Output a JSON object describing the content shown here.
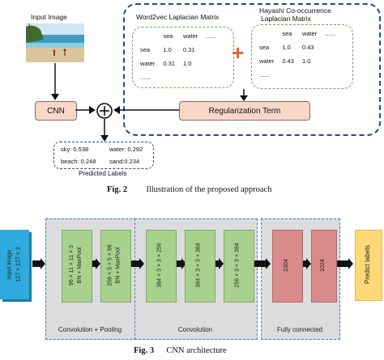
{
  "fig2": {
    "input_image_label": "Input Image",
    "cnn_label": "CNN",
    "regularization_label": "Regularization Term",
    "plus_symbol": "+",
    "word2vec": {
      "title": "Word2vec Laplacian Matrix",
      "header": [
        "",
        "sea",
        "water",
        "......"
      ],
      "rows": [
        [
          "sea",
          "1.0",
          "0.31",
          ""
        ],
        [
          "water",
          "0.31",
          "1.0",
          ""
        ],
        [
          "......",
          "",
          "",
          ""
        ]
      ]
    },
    "hayashi": {
      "title_line1": "Hayashi Co-occurrence",
      "title_line2": "Laplacian Matrix",
      "header": [
        "",
        "sea",
        "water",
        "......"
      ],
      "rows": [
        [
          "sea",
          "1.0",
          "0.43",
          ""
        ],
        [
          "water",
          "0.43",
          "1.0",
          ""
        ],
        [
          "......",
          "",
          "",
          ""
        ]
      ]
    },
    "predictions": {
      "sky": "sky: 0.538",
      "water": "water: 0.292",
      "beach": "beach: 0.248",
      "sand": "sand:0.234"
    },
    "predicted_labels": "Predicted Labels",
    "caption_num": "Fig. 2",
    "caption_text": "Illustration of the proposed approach"
  },
  "fig3": {
    "input_line1": "Input image",
    "input_line2": "127 × 127 × 3",
    "blocks": [
      {
        "line1": "96 × 11 × 11 × 3",
        "line2": "BN + MaxPool"
      },
      {
        "line1": "256 × 5 × 5 × 96",
        "line2": "BN + MaxPool"
      },
      {
        "line1": "384 × 3 × 3 × 256",
        "line2": ""
      },
      {
        "line1": "384 × 3 × 3 × 384",
        "line2": ""
      },
      {
        "line1": "256 × 3 × 3 × 384",
        "line2": ""
      },
      {
        "line1": "2304",
        "line2": ""
      },
      {
        "line1": "1024",
        "line2": ""
      }
    ],
    "predict_label": "Predict labels",
    "group_labels": [
      "Convolution + Pooling",
      "Convolution",
      "Fully connected"
    ],
    "caption_num": "Fig. 3",
    "caption_text": "CNN architecture"
  },
  "colors": {
    "blue_dash": "#1f4f8a",
    "green_dash": "#5fb052",
    "plus_orange": "#e8622c",
    "input_blue": "#2eaadc",
    "predict_yellow": "#ffd978",
    "green_block": "#a9d18e",
    "red_block": "#d98a8a"
  }
}
